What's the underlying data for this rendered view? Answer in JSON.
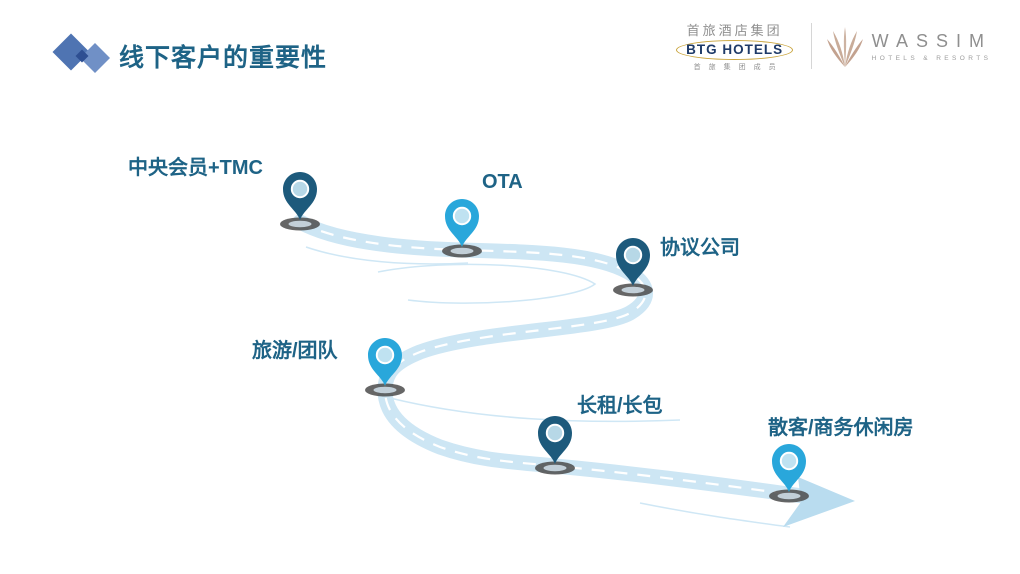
{
  "slide": {
    "title": "线下客户的重要性"
  },
  "logos": {
    "btg": {
      "group_name": "首旅酒店集团",
      "brand": "BTG HOTELS",
      "member_line": "首旅集团成员"
    },
    "wassim": {
      "brand": "WASSIM",
      "tagline": "HOTELS & RESORTS"
    }
  },
  "roadmap": {
    "description": "winding road with six map-pin stops ending in a right arrow",
    "stops": [
      {
        "label": "中央会员+TMC",
        "pin_color": "dark"
      },
      {
        "label": "OTA",
        "pin_color": "light"
      },
      {
        "label": "协议公司",
        "pin_color": "dark"
      },
      {
        "label": "旅游/团队",
        "pin_color": "light"
      },
      {
        "label": "长租/长包",
        "pin_color": "dark"
      },
      {
        "label": "散客/商务休闲房",
        "pin_color": "light"
      }
    ]
  },
  "colors": {
    "accent_text": "#1e6386",
    "pin_dark": "#1d5a7c",
    "pin_light": "#29a7db",
    "pin_inner": "#bedfee",
    "road": "#cde6f4",
    "road_dash": "#ffffff",
    "arrow": "#b9dcef",
    "shadow": "#4b4b4b",
    "brand_navy": "#1e3a68",
    "brand_gold": "#c9a43c",
    "wassim_tan": "#c9ac99",
    "diamond_left": "#4f74b2",
    "diamond_right": "#7090c6",
    "diamond_center": "#2e4f92"
  }
}
